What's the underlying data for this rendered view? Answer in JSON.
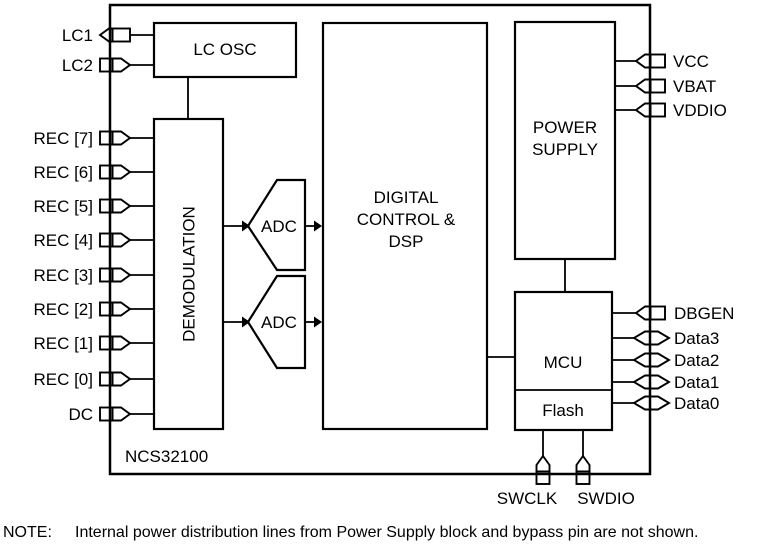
{
  "chip": {
    "label": "NCS32100"
  },
  "blocks": {
    "lc_osc": {
      "label": "LC OSC"
    },
    "demodulation": {
      "label": "DEMODULATION"
    },
    "adc_top": {
      "label": "ADC"
    },
    "adc_bottom": {
      "label": "ADC"
    },
    "dsp": {
      "line1": "DIGITAL",
      "line2": "CONTROL &",
      "line3": "DSP"
    },
    "power_supply": {
      "line1": "POWER",
      "line2": "SUPPLY"
    },
    "mcu": {
      "label": "MCU"
    },
    "flash": {
      "label": "Flash"
    }
  },
  "pins": {
    "left": [
      {
        "label": "LC1",
        "direction": "output"
      },
      {
        "label": "LC2",
        "direction": "input"
      },
      {
        "label": "REC [7]",
        "direction": "input"
      },
      {
        "label": "REC [6]",
        "direction": "input"
      },
      {
        "label": "REC [5]",
        "direction": "input"
      },
      {
        "label": "REC [4]",
        "direction": "input"
      },
      {
        "label": "REC [3]",
        "direction": "input"
      },
      {
        "label": "REC [2]",
        "direction": "input"
      },
      {
        "label": "REC [1]",
        "direction": "input"
      },
      {
        "label": "REC [0]",
        "direction": "input"
      },
      {
        "label": "DC",
        "direction": "input"
      }
    ],
    "right_top": [
      {
        "label": "VCC",
        "direction": "input"
      },
      {
        "label": "VBAT",
        "direction": "input"
      },
      {
        "label": "VDDIO",
        "direction": "input"
      }
    ],
    "right_bottom": [
      {
        "label": "DBGEN",
        "direction": "input"
      },
      {
        "label": "Data3",
        "direction": "bidirectional"
      },
      {
        "label": "Data2",
        "direction": "bidirectional"
      },
      {
        "label": "Data1",
        "direction": "bidirectional"
      },
      {
        "label": "Data0",
        "direction": "bidirectional"
      }
    ],
    "bottom": [
      {
        "label": "SWCLK",
        "direction": "input"
      },
      {
        "label": "SWDIO",
        "direction": "input"
      }
    ]
  },
  "note": {
    "label": "NOTE:",
    "text": "Internal power distribution lines from Power Supply block and bypass pin are not shown."
  },
  "colors": {
    "line": "#000000",
    "background": "#ffffff",
    "text": "#000000"
  }
}
